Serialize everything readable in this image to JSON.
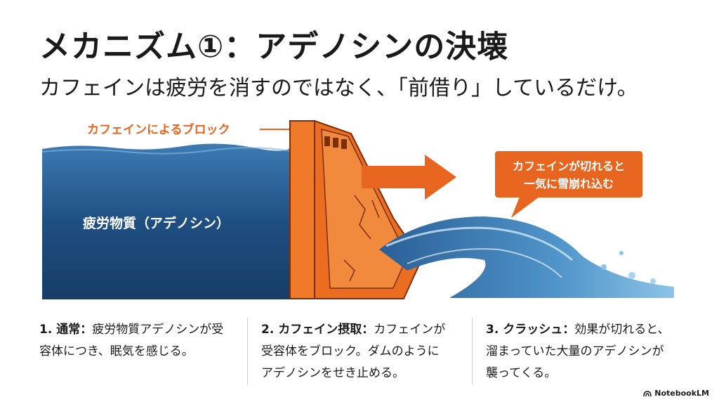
{
  "slide": {
    "title": "メカニズム①：アデノシンの決壊",
    "subtitle": "カフェインは疲労を消すのではなく、「前借り」しているだけ。"
  },
  "illustration": {
    "block_label": "カフェインによるブロック",
    "water_label": "疲労物質（アデノシン）",
    "callout_line1": "カフェインが切れると",
    "callout_line2": "一気に雪崩れ込む",
    "accent_color": "#e8651f",
    "water_color": "#1f4f82"
  },
  "steps": [
    {
      "heading": "1. 通常",
      "colon": "：",
      "text": "疲労物質アデノシンが受容体につき、眠気を感じる。"
    },
    {
      "heading": "2. カフェイン摂取",
      "colon": "：",
      "text": "カフェインが受容体をブロック。ダムのようにアデノシンをせき止める。"
    },
    {
      "heading": "3. クラッシュ",
      "colon": "：",
      "text": "効果が切れると、溜まっていた大量のアデノシンが襲ってくる。"
    }
  ],
  "branding": {
    "name": "NotebookLM",
    "icon": "notebooklm-logo-icon"
  }
}
